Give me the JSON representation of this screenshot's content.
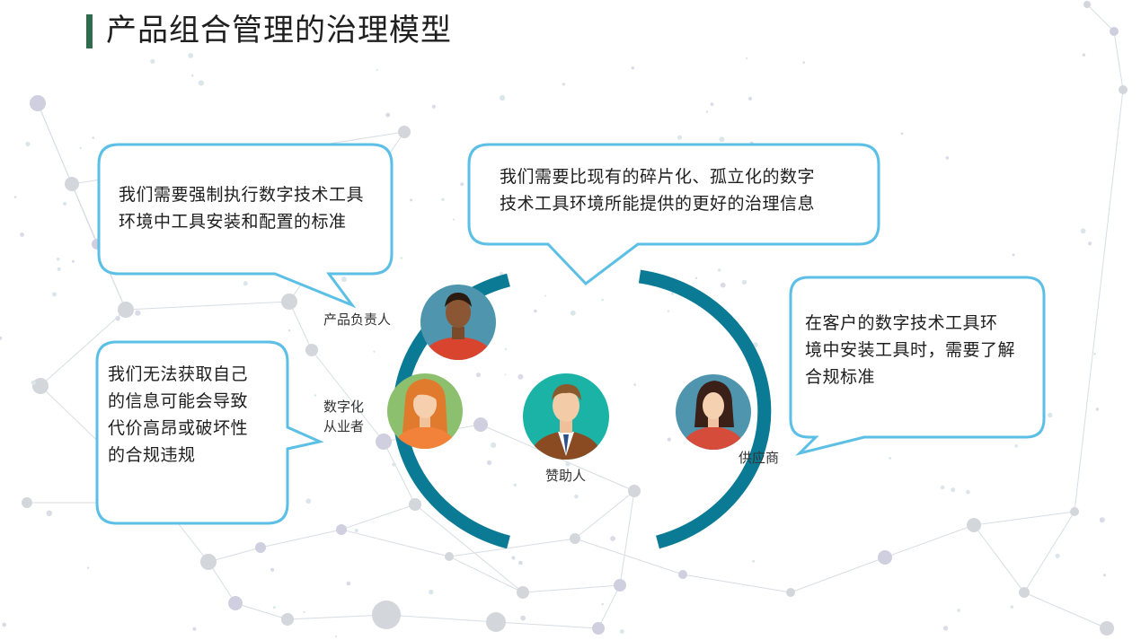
{
  "page": {
    "title": "产品组合管理的治理模型"
  },
  "bubbles": {
    "top_left": {
      "lines": [
        "我们需要强制执行数字技术工具",
        "环境中工具安装和配置的标准"
      ]
    },
    "top_center": {
      "lines": [
        "我们需要比现有的碎片化、孤立化的数字",
        "技术工具环境所能提供的更好的治理信息"
      ]
    },
    "right": {
      "lines": [
        "在客户的数字技术工具环",
        "境中安装工具时，需要了解",
        "合规标准"
      ]
    },
    "left": {
      "lines": [
        "我们无法获取自己",
        "的信息可能会导致",
        "代价高昂或破坏性",
        "的合规违规"
      ]
    }
  },
  "roles": {
    "product_owner": "产品负责人",
    "digital_practitioner": [
      "数字化",
      "从业者"
    ],
    "sponsor": "赞助人",
    "supplier": "供应商"
  },
  "colors": {
    "bubble_border": "#5bbfe6",
    "ring": "#0b7a94",
    "title_bar": "#2f6b4e"
  }
}
